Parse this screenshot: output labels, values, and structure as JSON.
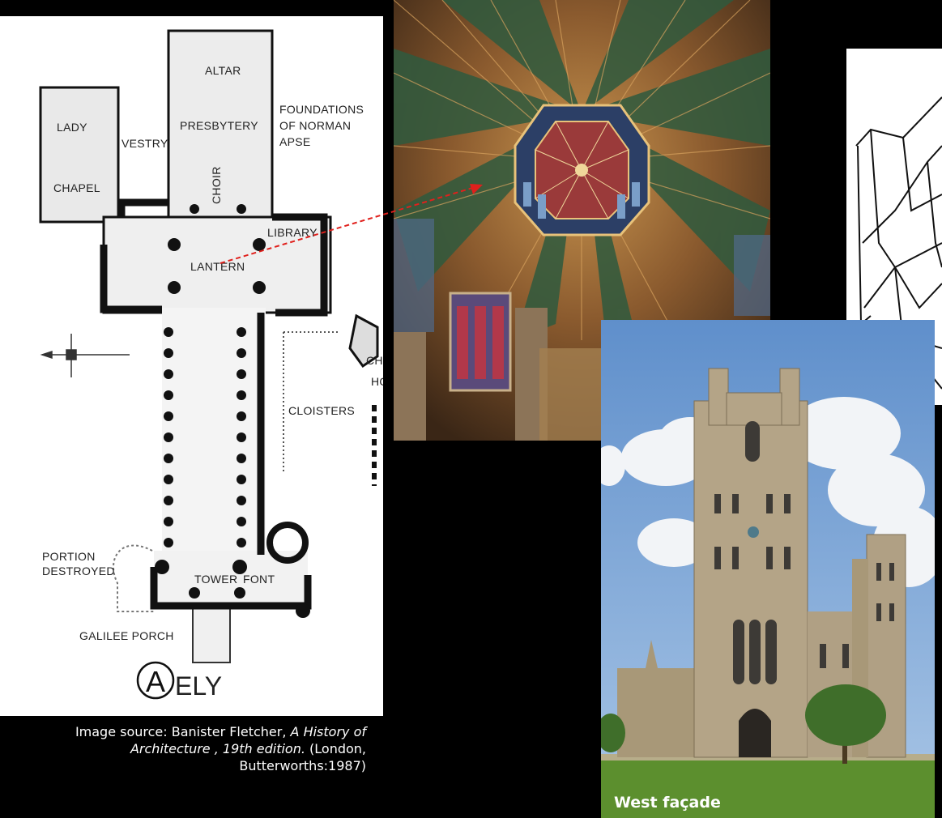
{
  "plan": {
    "labels": {
      "altar": "ALTAR",
      "presbytery": "PRESBYTERY",
      "foundations_line1": "FOUNDATIONS",
      "foundations_line2": "OF NORMAN",
      "foundations_line3": "APSE",
      "lady": "LADY",
      "vestry": "VESTRY",
      "chapel": "CHAPEL",
      "choir": "CHOIR",
      "library": "LIBRARY",
      "lantern": "LANTERN",
      "cloisters": "CLOISTERS",
      "chapter_house_partial": "CH",
      "chapter_house_partial2": "HO",
      "portion_line1": "PORTION",
      "portion_line2": "DESTROYED",
      "tower": "TOWER",
      "font": "FONT",
      "galilee": "GALILEE PORCH",
      "plan_letter": "A",
      "plan_name": "ELY"
    }
  },
  "caption": {
    "prefix": "Image source: Banister Fletcher, ",
    "title_part1": "A History of",
    "title_part2": "Architecture , 19th edition.",
    "suffix": " (London, Butterworths:1987)"
  },
  "facade": {
    "label": "West façade"
  },
  "colors": {
    "arrow": "#e0201c",
    "vault_green": "#2f5a3e",
    "vault_rib": "#b07a3c",
    "sky": "#6f9bd0",
    "stone": "#b4a487",
    "grass": "#5c8f2e"
  }
}
